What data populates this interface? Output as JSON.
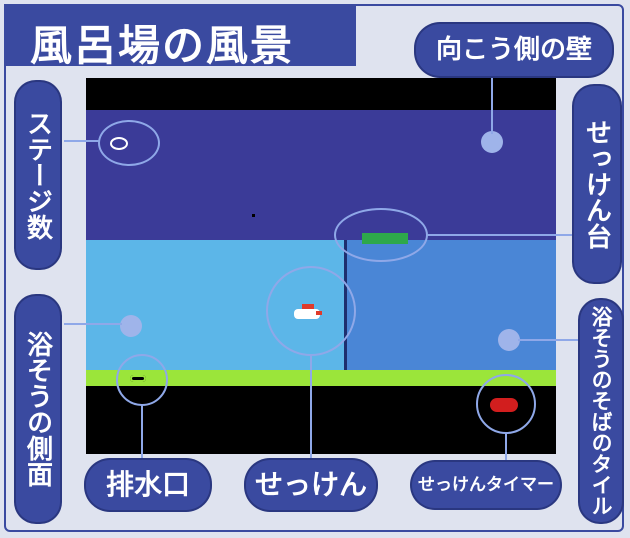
{
  "title": "風呂場の風景",
  "labels": {
    "far_wall": "向こう側の壁",
    "stage_count": "ステージ数",
    "soap_dish": "せっけん台",
    "tub_side": "浴そうの側面",
    "tub_side_tile": "浴そうのそばのタイル",
    "drain": "排水口",
    "soap": "せっけん",
    "soap_timer": "せっけんタイマー"
  },
  "colors": {
    "frame_blue": "#3a4aa0",
    "far_wall": "#3b3b98",
    "tub_side": "#5cb6e8",
    "tile": "#4a86d6",
    "floor_stripe": "#9be53a",
    "soap_dish": "#2ea84a",
    "timer": "#d21e1e"
  },
  "icons": [
    "stage-ring-icon",
    "drain-icon",
    "soap-icon",
    "soap-timer-icon"
  ]
}
